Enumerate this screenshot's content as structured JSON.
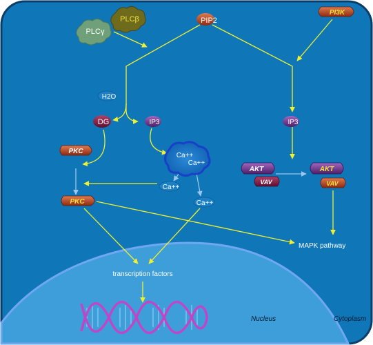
{
  "colors": {
    "cell": "#0f76b8",
    "cell_border": "#0a3e68",
    "nucleus": "#3d9ed9",
    "nucleus_border": "#6fa8f0",
    "arrow": "#f0f030",
    "arrow_blue": "#9cc6ee",
    "protein_red": "#b8431f",
    "protein_purple": "#7a3c92",
    "protein_olive": "#6e6c1c",
    "protein_green": "#6fa07a",
    "dna": "#c046c8",
    "label_yellow": "#f5e23a"
  },
  "nodes": {
    "plcb": "PLCβ",
    "plcg": "PLCγ",
    "pip2": "PIP2",
    "pi3k": "PI3K",
    "h2o": "H2O",
    "dg": "DG",
    "ip3_left": "IP3",
    "ip3_right": "IP3",
    "pkc_top": "PKC",
    "pkc_bottom": "PKC",
    "ca_store_1": "Ca++",
    "ca_store_2": "Ca++",
    "ca_free_left": "Ca++",
    "ca_free_right": "Ca++",
    "akt_left": "AKT",
    "vav_left": "VAV",
    "akt_right": "AKT",
    "vav_right": "VAV",
    "mapk": "MAPK pathway",
    "tf": "transcription factors",
    "nucleus_label": "Nucleus",
    "cytoplasm_label": "Cytoplasm"
  }
}
